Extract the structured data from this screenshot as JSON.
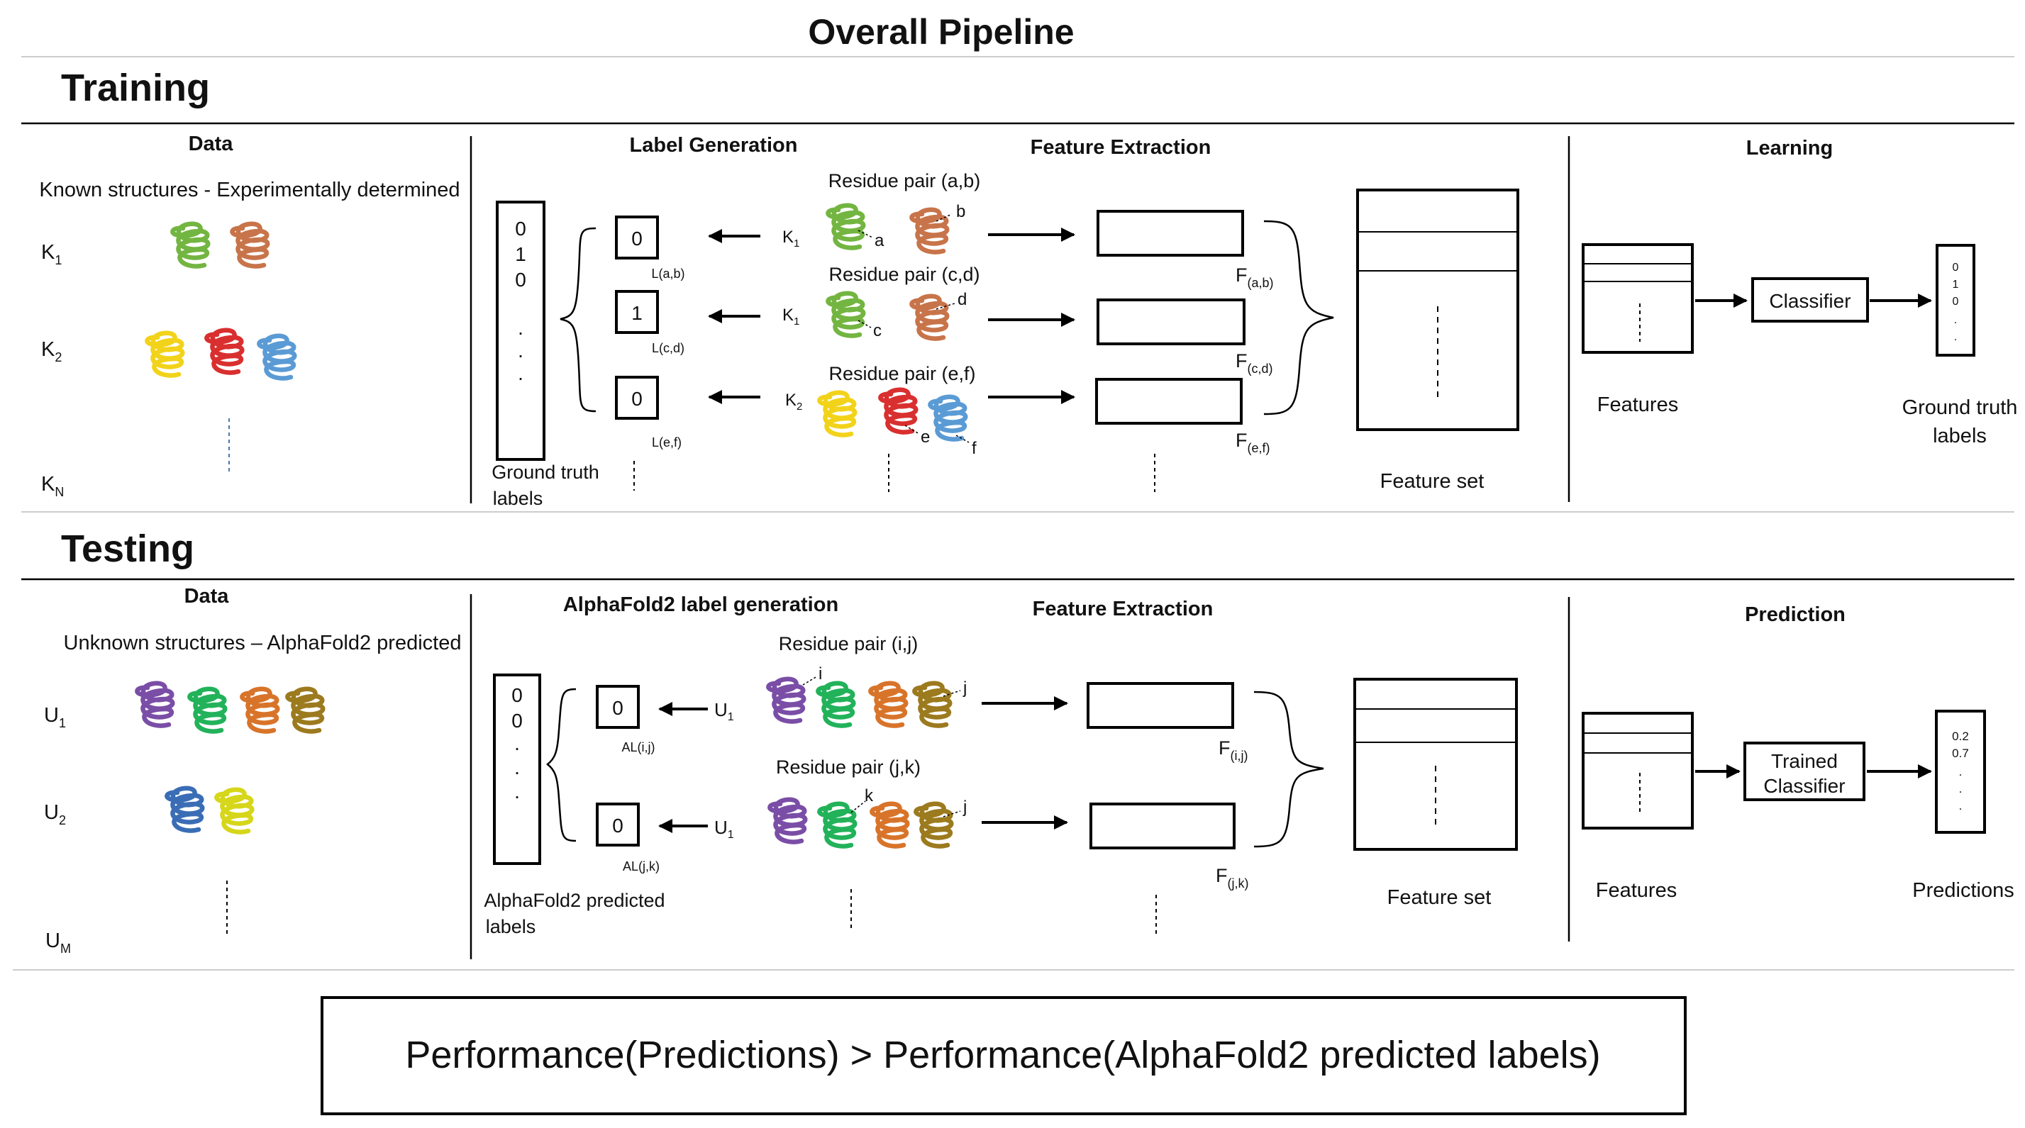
{
  "title": "Overall Pipeline",
  "colors": {
    "green": "#73b541",
    "orange": "#c8744a",
    "yellow": "#f2d31a",
    "red": "#d92f2f",
    "blue": "#5b9bd5",
    "purple": "#7a4ea6",
    "teal_green": "#22b25a",
    "dark_orange": "#d8742a",
    "olive": "#9c7a1e",
    "navy": "#3a6db5",
    "lime_yellow": "#d6d61a"
  },
  "training": {
    "section_label": "Training",
    "data": {
      "header": "Data",
      "subtitle": "Known structures - Experimentally determined",
      "k1": "K",
      "k1_sub": "1",
      "k2": "K",
      "k2_sub": "2",
      "kn": "K",
      "kn_sub": "N"
    },
    "label_gen": {
      "header": "Label Generation",
      "gt_values": [
        "0",
        "1",
        "0",
        ".",
        ".",
        "."
      ],
      "gt_label_1": "Ground truth",
      "gt_label_2": "labels",
      "boxes": [
        {
          "value": "0",
          "label": "L(a,b)"
        },
        {
          "value": "1",
          "label": "L(c,d)"
        },
        {
          "value": "0",
          "label": "L(e,f)"
        }
      ]
    },
    "pairs": [
      {
        "title": "Residue pair (a,b)",
        "source": "K",
        "source_sub": "1",
        "marks": [
          "a",
          "b"
        ]
      },
      {
        "title": "Residue pair (c,d)",
        "source": "K",
        "source_sub": "1",
        "marks": [
          "c",
          "d"
        ]
      },
      {
        "title": "Residue pair (e,f)",
        "source": "K",
        "source_sub": "2",
        "marks": [
          "e",
          "f"
        ]
      }
    ],
    "feature_extraction": {
      "header": "Feature Extraction",
      "labels": [
        {
          "main": "F",
          "sub": "(a,b)"
        },
        {
          "main": "F",
          "sub": "(c,d)"
        },
        {
          "main": "F",
          "sub": "(e,f)"
        }
      ],
      "feature_set": "Feature set"
    },
    "learning": {
      "header": "Learning",
      "features": "Features",
      "classifier": "Classifier",
      "out_values": [
        "0",
        "1",
        "0",
        ".",
        "."
      ],
      "out_label_1": "Ground truth",
      "out_label_2": "labels"
    }
  },
  "testing": {
    "section_label": "Testing",
    "data": {
      "header": "Data",
      "subtitle": "Unknown structures – AlphaFold2 predicted",
      "u1": "U",
      "u1_sub": "1",
      "u2": "U",
      "u2_sub": "2",
      "um": "U",
      "um_sub": "M"
    },
    "label_gen": {
      "header": "AlphaFold2 label generation",
      "pred_values": [
        "0",
        "0",
        ".",
        ".",
        "."
      ],
      "pred_label_1": "AlphaFold2 predicted",
      "pred_label_2": "labels",
      "boxes": [
        {
          "value": "0",
          "label": "AL(i,j)"
        },
        {
          "value": "0",
          "label": "AL(j,k)"
        }
      ]
    },
    "pairs": [
      {
        "title": "Residue pair (i,j)",
        "source": "U",
        "source_sub": "1",
        "marks": [
          "i",
          "j"
        ]
      },
      {
        "title": "Residue pair (j,k)",
        "source": "U",
        "source_sub": "1",
        "marks": [
          "k",
          "j"
        ]
      }
    ],
    "feature_extraction": {
      "header": "Feature Extraction",
      "labels": [
        {
          "main": "F",
          "sub": "(i,j)"
        },
        {
          "main": "F",
          "sub": "(j,k)"
        }
      ],
      "feature_set": "Feature set"
    },
    "prediction": {
      "header": "Prediction",
      "features": "Features",
      "classifier_1": "Trained",
      "classifier_2": "Classifier",
      "out_values": [
        "0.2",
        "0.7",
        ".",
        ".",
        "."
      ],
      "out_label": "Predictions"
    }
  },
  "conclusion": "Performance(Predictions) > Performance(AlphaFold2 predicted labels)"
}
